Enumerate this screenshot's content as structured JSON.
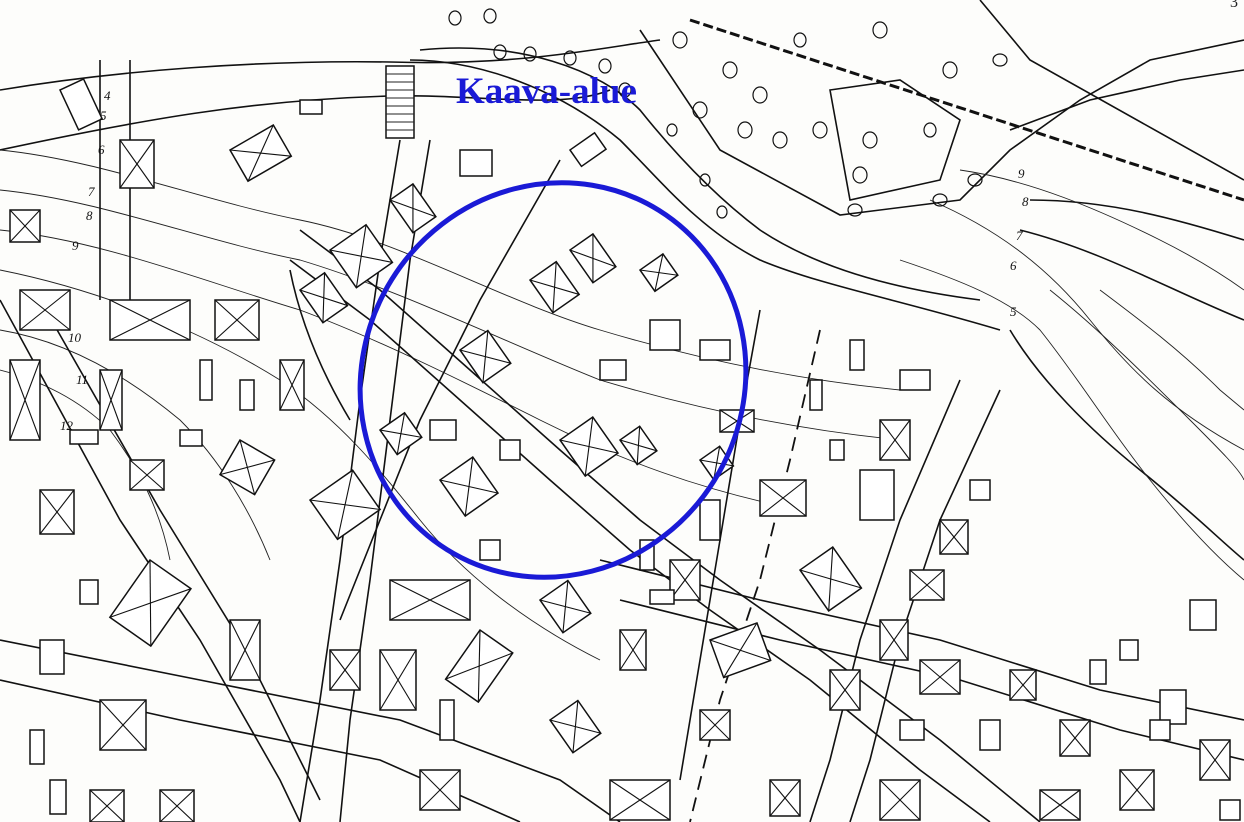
{
  "map": {
    "area_label": "Kaava-alue",
    "page_number": "3",
    "colors": {
      "highlight": "#1a1ad6",
      "ink": "#111111",
      "paper": "#fdfdfb"
    },
    "contour_numbers": [
      {
        "text": "4"
      },
      {
        "text": "5"
      },
      {
        "text": "6"
      },
      {
        "text": "7"
      },
      {
        "text": "8"
      },
      {
        "text": "9"
      },
      {
        "text": "10"
      },
      {
        "text": "11"
      },
      {
        "text": "12"
      },
      {
        "text": "9"
      },
      {
        "text": "8"
      },
      {
        "text": "7"
      },
      {
        "text": "6"
      },
      {
        "text": "5"
      }
    ]
  }
}
